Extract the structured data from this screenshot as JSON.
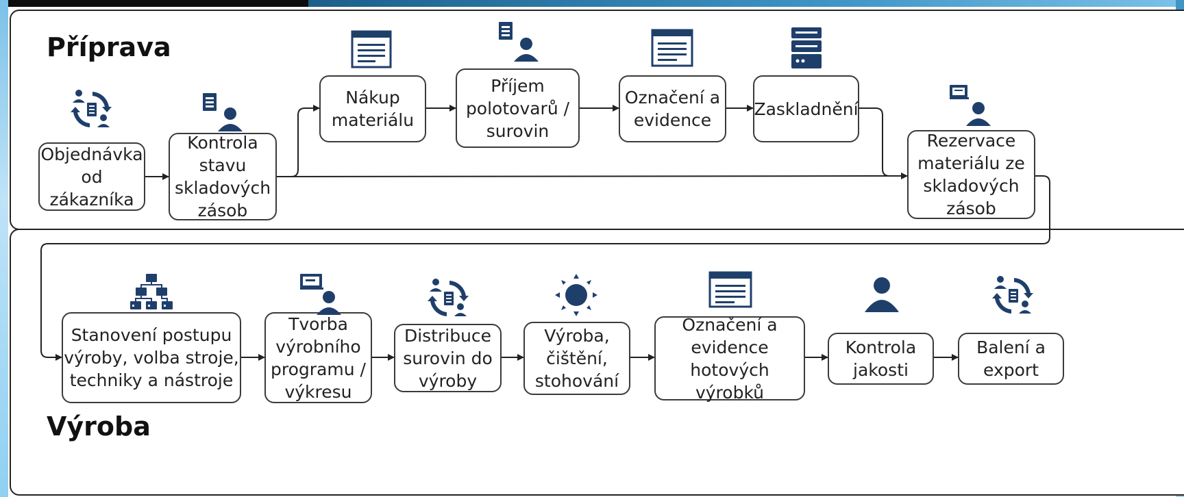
{
  "sections": {
    "priprava": "Příprava",
    "vyroba": "Výroba"
  },
  "colors": {
    "icon": "#1f3f6b",
    "line": "#222222"
  },
  "nodes": [
    {
      "id": "objednavka",
      "label": "Objednávka\nod zákazníka",
      "icon": "people-cycle-icon"
    },
    {
      "id": "kontrola-stavu",
      "label": "Kontrola\nstavu\nskladových\nzásob",
      "icon": "document-person-icon"
    },
    {
      "id": "nakup",
      "label": "Nákup\nmateriálu",
      "icon": "browser-window-icon"
    },
    {
      "id": "prijem",
      "label": "Příjem\npolotovarů /\nsurovin",
      "icon": "document-person-icon"
    },
    {
      "id": "oznaceni",
      "label": "Označení a\nevidence",
      "icon": "browser-window-icon"
    },
    {
      "id": "zaskladneni",
      "label": "Zaskladnění",
      "icon": "server-icon"
    },
    {
      "id": "rezervace",
      "label": "Rezervace\nmateriálu ze\nskladových\nzásob",
      "icon": "laptop-person-icon"
    },
    {
      "id": "stanoveni",
      "label": "Stanovení postupu\nvýroby, volba stroje,\ntechniky a nástroje",
      "icon": "org-chart-icon"
    },
    {
      "id": "tvorba",
      "label": "Tvorba\nvýrobního\nprogramu /\nvýkresu",
      "icon": "laptop-person-icon"
    },
    {
      "id": "distribuce",
      "label": "Distribuce\nsurovin do\nvýroby",
      "icon": "people-cycle-icon"
    },
    {
      "id": "vyroba-cisteni",
      "label": "Výroba,\nčištění,\nstohování",
      "icon": "sun-gear-icon"
    },
    {
      "id": "oznaceni-hotovych",
      "label": "Označení a\nevidence\nhotových výrobků",
      "icon": "browser-window-icon"
    },
    {
      "id": "kontrola-jakosti",
      "label": "Kontrola\njakosti",
      "icon": "person-icon"
    },
    {
      "id": "baleni",
      "label": "Balení a\nexport",
      "icon": "people-cycle-icon"
    }
  ]
}
